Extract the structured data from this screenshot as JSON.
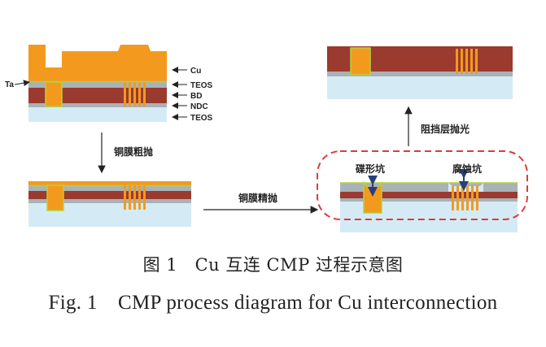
{
  "layer_labels": {
    "cu": "Cu",
    "ta": "Ta",
    "teos_top": "TEOS",
    "bd": "BD",
    "ndc": "NDC",
    "teos_bottom": "TEOS"
  },
  "steps": {
    "rough_polish": "铜膜粗抛",
    "fine_polish": "铜膜精抛",
    "barrier_polish": "阻挡层抛光"
  },
  "defects": {
    "dishing": "碟形坑",
    "erosion": "腐蚀坑"
  },
  "caption": {
    "zh": "图 1　Cu 互连 CMP 过程示意图",
    "en": "Fig. 1　CMP process diagram for Cu interconnection"
  },
  "colors": {
    "copper": "#f39a1e",
    "bd": "#9b3a2e",
    "teos": "#a8b2b7",
    "substrate": "#d4ebf5",
    "barrier": "#b5d23a",
    "dashed": "#e03a3a",
    "arrow": "#2a3f7a"
  }
}
